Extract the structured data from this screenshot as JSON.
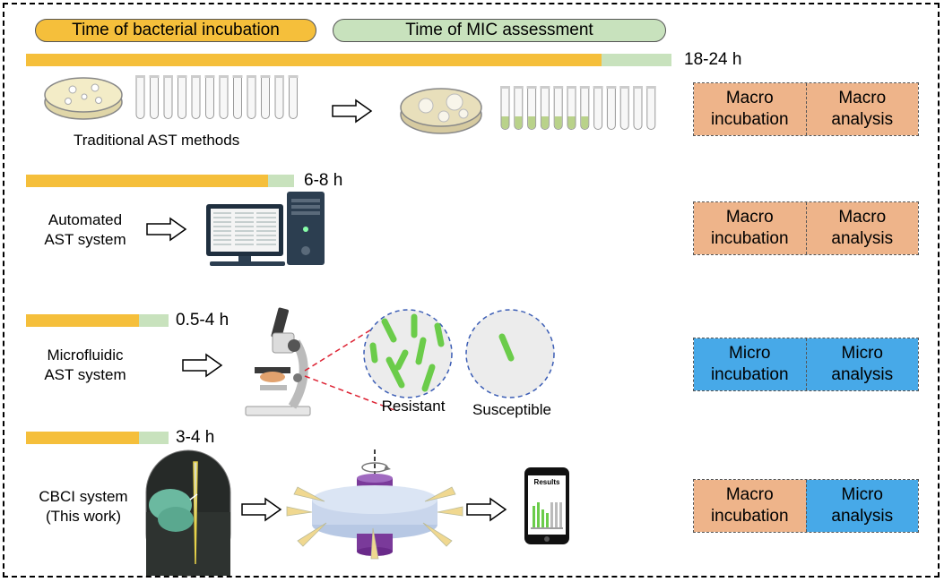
{
  "legend": {
    "incubation_label": "Time of bacterial incubation",
    "mic_label": "Time of MIC assessment"
  },
  "colors": {
    "incubation": "#f5bf3b",
    "mic": "#c8e2bd",
    "macro_box": "#eeb48a",
    "micro_box": "#47a9e8",
    "bacteria": "#6bcc4a"
  },
  "rows": [
    {
      "time_label": "18-24 h",
      "method_label": "Traditional AST methods",
      "box": {
        "left": "Macro\nincubation",
        "right": "Macro\nanalysis"
      }
    },
    {
      "time_label": "6-8 h",
      "method_label": "Automated\nAST system",
      "box": {
        "left": "Macro\nincubation",
        "right": "Macro\nanalysis"
      }
    },
    {
      "time_label": "0.5-4 h",
      "method_label": "Microfluidic\nAST system",
      "microscope_labels": {
        "resistant": "Resistant",
        "susceptible": "Susceptible"
      },
      "box": {
        "left": "Micro\nincubation",
        "right": "Micro\nanalysis"
      }
    },
    {
      "time_label": "3-4 h",
      "method_label": "CBCI system\n(This work)",
      "phone_title": "Results",
      "box": {
        "left": "Macro\nincubation",
        "right": "Micro\nanalysis"
      }
    }
  ]
}
